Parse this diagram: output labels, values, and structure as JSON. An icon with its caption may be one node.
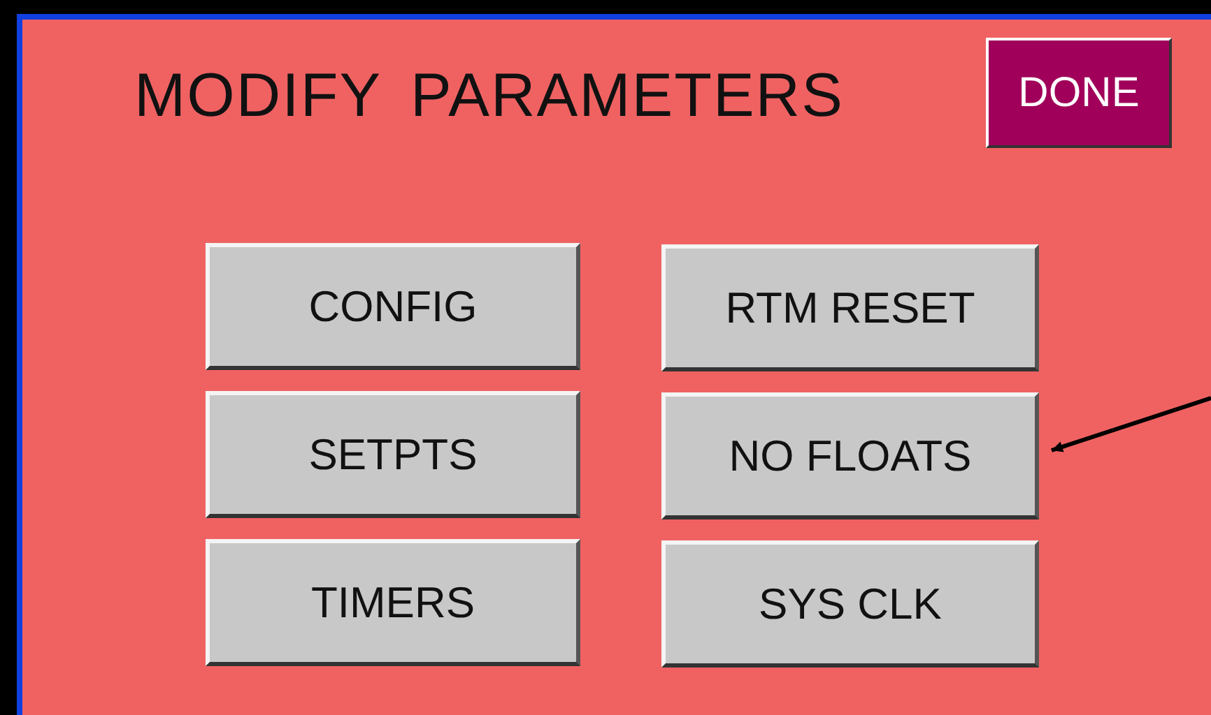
{
  "diagram": {
    "title": "MODIFY PARAMETERS",
    "nodes": [
      {
        "text": [
          "DONE"
        ]
      },
      {
        "text": [
          "CONFIG"
        ]
      },
      {
        "text": [
          "RTM RESET"
        ]
      },
      {
        "text": [
          "SETPTS"
        ]
      },
      {
        "text": [
          "NO FLOATS"
        ]
      },
      {
        "text": [
          "TIMERS"
        ]
      },
      {
        "text": [
          "SYS CLK"
        ]
      }
    ],
    "edges": [
      {
        "from": null,
        "to": 4,
        "arrow": "to"
      }
    ]
  }
}
